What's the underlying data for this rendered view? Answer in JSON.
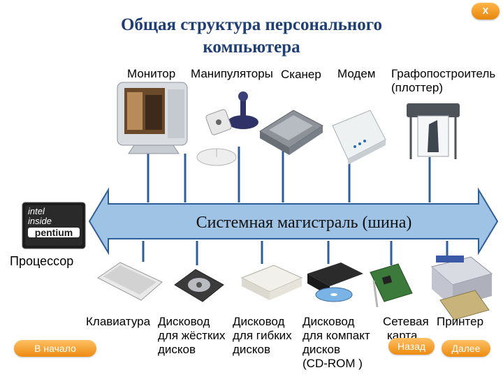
{
  "title": {
    "line1": "Общая структура персонального",
    "line2": "компьютера"
  },
  "close_label": "X",
  "top_devices": [
    {
      "label": "Монитор"
    },
    {
      "label": "Манипуляторы"
    },
    {
      "label": "Сканер"
    },
    {
      "label": "Модем"
    },
    {
      "label_line1": "Графопостроитель",
      "label_line2": "(плоттер)"
    }
  ],
  "bus_label": "Системная магистраль (шина)",
  "processor": {
    "label": "Процессор",
    "logo_line1": "intel",
    "logo_line2": "inside",
    "logo_brand": "pentium"
  },
  "bottom_devices": [
    {
      "lines": [
        "Клавиатура"
      ]
    },
    {
      "lines": [
        "Дисковод",
        "для жёстких",
        "дисков"
      ]
    },
    {
      "lines": [
        "Дисковод",
        "для гибких",
        "дисков"
      ]
    },
    {
      "lines": [
        "Дисковод",
        "для компакт",
        "дисков",
        "(CD-ROM )"
      ]
    },
    {
      "lines": [
        "Сетевая",
        "карта"
      ]
    },
    {
      "lines": [
        "Принтер"
      ]
    }
  ],
  "nav": {
    "home": "В начало",
    "back": "Назад",
    "next": "Далее"
  },
  "colors": {
    "bus_fill": "#9ec3e4",
    "bus_stroke": "#2f5f9b",
    "connector": "#2f5f9b",
    "title": "#1f3f75",
    "button": "#ec8b10"
  }
}
